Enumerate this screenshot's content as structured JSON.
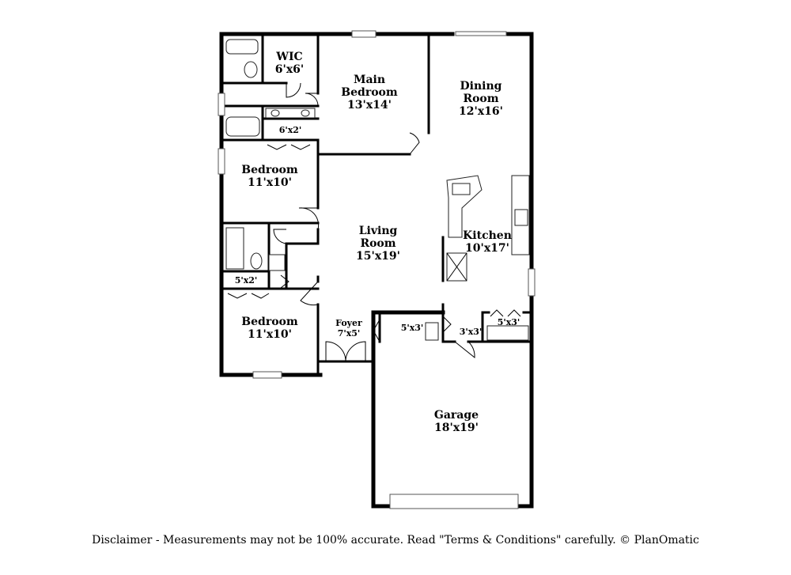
{
  "rooms": {
    "wic": {
      "name": "WIC",
      "size": "6'x6'"
    },
    "main_bedroom": {
      "name_line1": "Main",
      "name_line2": "Bedroom",
      "size": "13'x14'"
    },
    "dining_room": {
      "name_line1": "Dining",
      "name_line2": "Room",
      "size": "12'x16'"
    },
    "closet_6x2": {
      "size": "6'x2'"
    },
    "bedroom_upper": {
      "name": "Bedroom",
      "size": "11'x10'"
    },
    "living_room": {
      "name_line1": "Living",
      "name_line2": "Room",
      "size": "15'x19'"
    },
    "kitchen": {
      "name": "Kitchen",
      "size": "10'x17'"
    },
    "closet_5x2": {
      "size": "5'x2'"
    },
    "bedroom_lower": {
      "name": "Bedroom",
      "size": "11'x10'"
    },
    "foyer": {
      "name": "Foyer",
      "size": "7'x5'"
    },
    "closet_5x3_left": {
      "size": "5'x3'"
    },
    "closet_3x3": {
      "size": "3'x3'"
    },
    "closet_5x3_right": {
      "size": "5'x3'"
    },
    "garage": {
      "name": "Garage",
      "size": "18'x19'"
    }
  },
  "disclaimer": "Disclaimer - Measurements may not be 100% accurate. Read \"Terms & Conditions\" carefully. © PlanOmatic"
}
